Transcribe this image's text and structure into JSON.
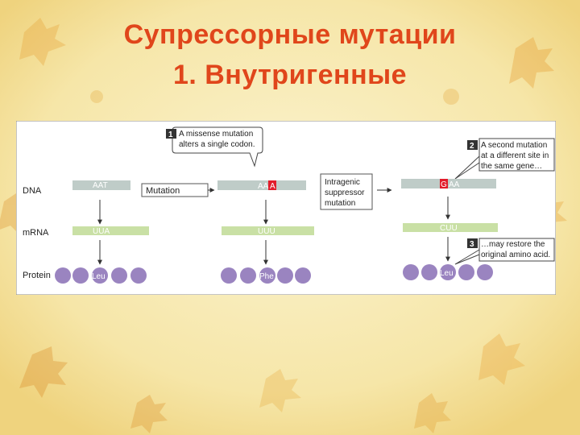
{
  "slide": {
    "title_line1": "Супрессорные мутации",
    "title_line2": "1. Внутригенные"
  },
  "figure": {
    "row_labels": {
      "dna": "DNA",
      "mrna": "mRNA",
      "protein": "Protein"
    },
    "callout1": {
      "number": "1",
      "line1": "A missense mutation",
      "line2": "alters a single codon."
    },
    "callout2": {
      "number": "2",
      "line1": "A second mutation",
      "line2": "at a different site in",
      "line3": "the same gene…"
    },
    "callout3": {
      "number": "3",
      "line1": "…may restore the",
      "line2": "original amino acid."
    },
    "mutation_label": "Mutation",
    "suppressor_label": {
      "line1": "Intragenic",
      "line2": "suppressor",
      "line3": "mutation"
    },
    "col1": {
      "dna": "AAT",
      "mrna": "UUA",
      "aa": "Leu"
    },
    "col2": {
      "dna_prefix": "AA",
      "dna_mut": "A",
      "mrna": "UUU",
      "aa": "Phe"
    },
    "col3": {
      "dna_mut": "G",
      "dna_suffix": "AA",
      "mrna": "CUU",
      "aa": "Leu"
    },
    "colors": {
      "title": "#e0461b",
      "dna_bar": "#bfccc8",
      "mrna_bar": "#c9e0a5",
      "protein": "#9a84c0",
      "mutation_box": "#e21c2b",
      "callout_badge": "#333333"
    }
  }
}
